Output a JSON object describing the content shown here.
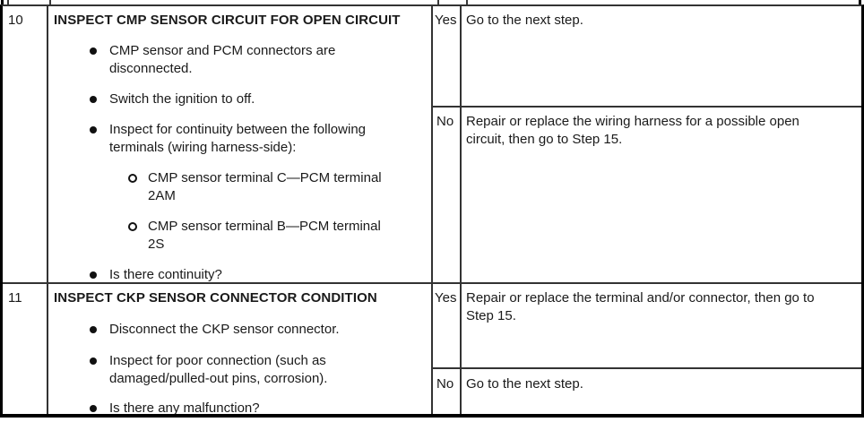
{
  "document": {
    "kind": "diagnostic-troubleshooting-table",
    "colors": {
      "background": "#ffffff",
      "grid_line": "#333333",
      "outer_border": "#000000",
      "text": "#1a1a1a"
    },
    "rows": [
      {
        "step": "10",
        "title": "INSPECT CMP SENSOR CIRCUIT FOR OPEN CIRCUIT",
        "bullets": [
          {
            "text": "CMP sensor and PCM connectors are\ndisconnected."
          },
          {
            "text": "Switch the ignition to off."
          },
          {
            "text": "Inspect for continuity between the following\nterminals (wiring harness-side):",
            "sub": [
              "CMP sensor terminal C—PCM terminal\n2AM",
              "CMP sensor terminal B—PCM terminal\n2S"
            ]
          },
          {
            "text": "Is there continuity?"
          }
        ],
        "yes": {
          "label": "Yes",
          "action": "Go to the next step."
        },
        "no": {
          "label": "No",
          "action": "Repair or replace the wiring harness for a possible open\ncircuit, then go to Step 15."
        }
      },
      {
        "step": "11",
        "title": "INSPECT CKP SENSOR CONNECTOR CONDITION",
        "bullets": [
          {
            "text": "Disconnect the CKP sensor connector."
          },
          {
            "text": "Inspect for poor connection (such as\ndamaged/pulled-out pins, corrosion)."
          },
          {
            "text": "Is there any malfunction?"
          }
        ],
        "yes": {
          "label": "Yes",
          "action": "Repair or replace the terminal and/or connector, then go to\nStep 15."
        },
        "no": {
          "label": "No",
          "action": "Go to the next step."
        }
      }
    ]
  }
}
